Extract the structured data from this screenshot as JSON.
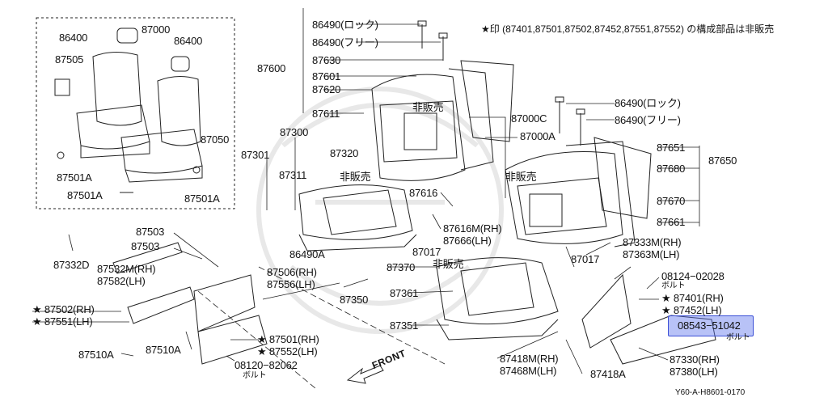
{
  "note": "★印 (87401,87501,87502,87452,87551,87552) の構成部品は非販売",
  "drawing_code": "Y60-A-H8601-0170",
  "front_label": "FRONT",
  "highlight_part": "08543−51042",
  "labels": {
    "l86400a": "86400",
    "l87000": "87000",
    "l86400b": "86400",
    "l87505": "87505",
    "l87050": "87050",
    "l87501Aa": "87501A",
    "l87501Ab": "87501A",
    "l87501Ac": "87501A",
    "l86490rock": "86490(ロック)",
    "l86490free": "86490(フリー)",
    "l87600": "87600",
    "l87630": "87630",
    "l87601": "87601",
    "l87620": "87620",
    "l87611": "87611",
    "lhihan1": "非販売",
    "l87000C": "87000C",
    "l87000A": "87000A",
    "l86490rock2": "86490(ロック)",
    "l86490free2": "86490(フリー)",
    "l87651": "87651",
    "l87650": "87650",
    "l87680": "87680",
    "l87670": "87670",
    "l87661": "87661",
    "lhihan3": "非販売",
    "l87300": "87300",
    "l87301": "87301",
    "l87320": "87320",
    "l87311": "87311",
    "lhihan2": "非販売",
    "l87616": "87616",
    "l87616M": "87616M(RH)",
    "l87666": "87666(LH)",
    "l87017a": "87017",
    "l87017b": "87017",
    "l87503a": "87503",
    "l87503b": "87503",
    "l87332D": "87332D",
    "l87532M": "87532M(RH)",
    "l87582": "87582(LH)",
    "l86490A": "86490A",
    "l87370": "87370",
    "lhihan4": "非販売",
    "l87361": "87361",
    "l87350": "87350",
    "l87351": "87351",
    "l87333M": "87333M(RH)",
    "l87363M": "87363M(LH)",
    "l08124": "08124−02028",
    "lbolt1": "ボルト",
    "l87401": "★ 87401(RH)",
    "l87452": "★ 87452(LH)",
    "lbolt3": "ボルト",
    "l87506": "87506(RH)",
    "l87556": "87556(LH)",
    "l87502": "★ 87502(RH)",
    "l87551": "★ 87551(LH)",
    "l87510Aa": "87510A",
    "l87510Ab": "87510A",
    "l87501RH": "★ 87501(RH)",
    "l87552": "★ 87552(LH)",
    "l08120": "08120−82062",
    "lbolt2": "ボルト",
    "l87418M": "87418M(RH)",
    "l87468M": "87468M(LH)",
    "l87418A": "87418A",
    "l87330": "87330(RH)",
    "l87380": "87380(LH)"
  }
}
